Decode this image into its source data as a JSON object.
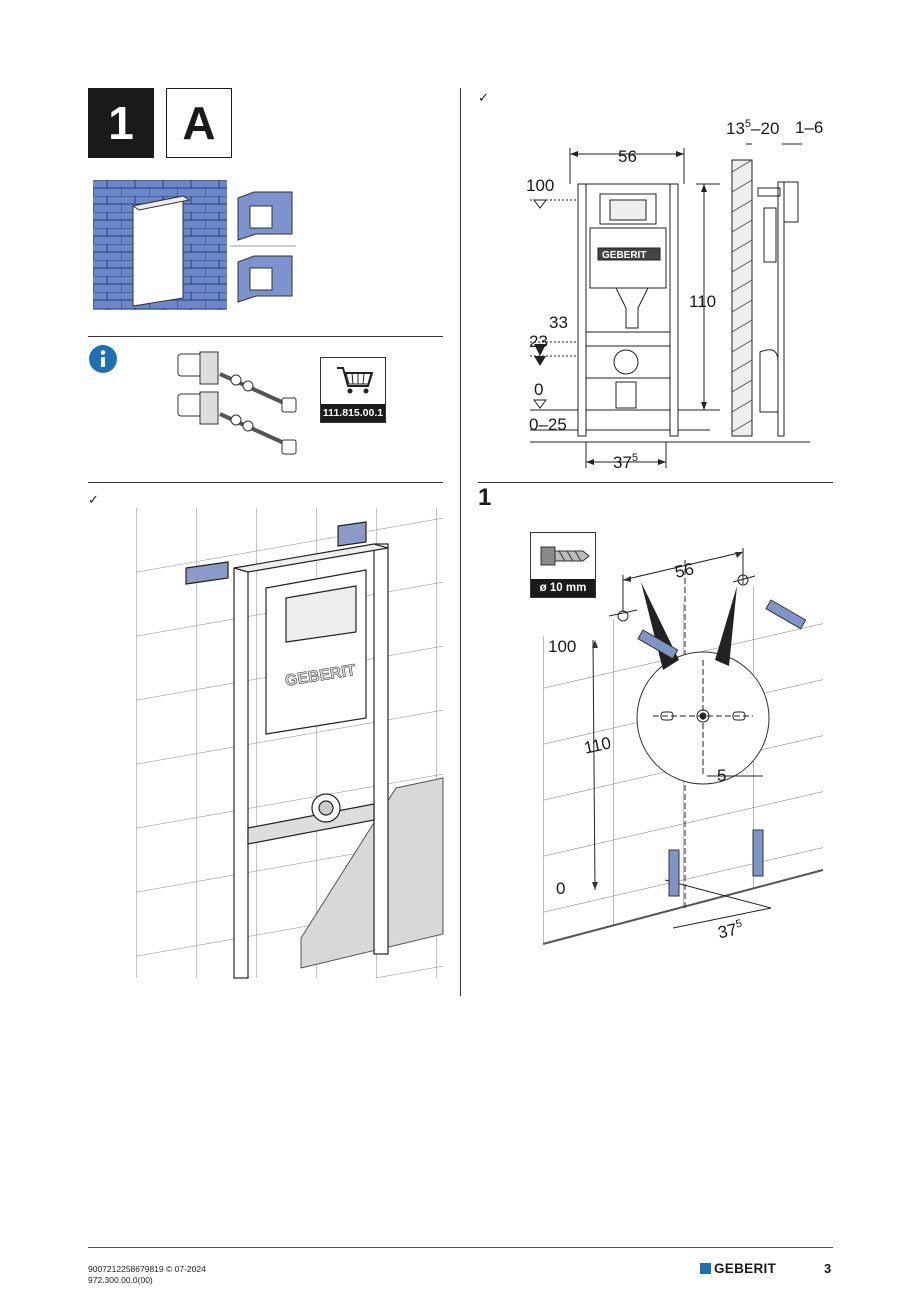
{
  "step_number": "1",
  "step_variant": "A",
  "checkmark": "✓",
  "section_b_label": "1",
  "article_number": "111.815.00.1",
  "drill_size": "ø 10 mm",
  "brand": "GEBERIT",
  "frame_dims": {
    "width": "56",
    "height_top": "100",
    "height_frame": "110",
    "level_33": "33",
    "level_23": "23",
    "level_0": "0",
    "floor_range": "0–25",
    "foot_spacing": "37",
    "foot_spacing_sup": "5",
    "wall_gap": "13",
    "wall_gap_sup": "5",
    "wall_gap_max": "–20",
    "panel_gap": "1–6"
  },
  "drill_dims": {
    "width": "56",
    "height_top": "100",
    "height_frame": "110",
    "level_0": "0",
    "slot": "5",
    "foot_spacing": "37",
    "foot_spacing_sup": "5"
  },
  "footer": {
    "doc_line1": "9007212258679819 © 07-2024",
    "doc_line2": "972.300.00.0(00)",
    "page_number": "3",
    "brand_color": "#1f6fb5"
  }
}
